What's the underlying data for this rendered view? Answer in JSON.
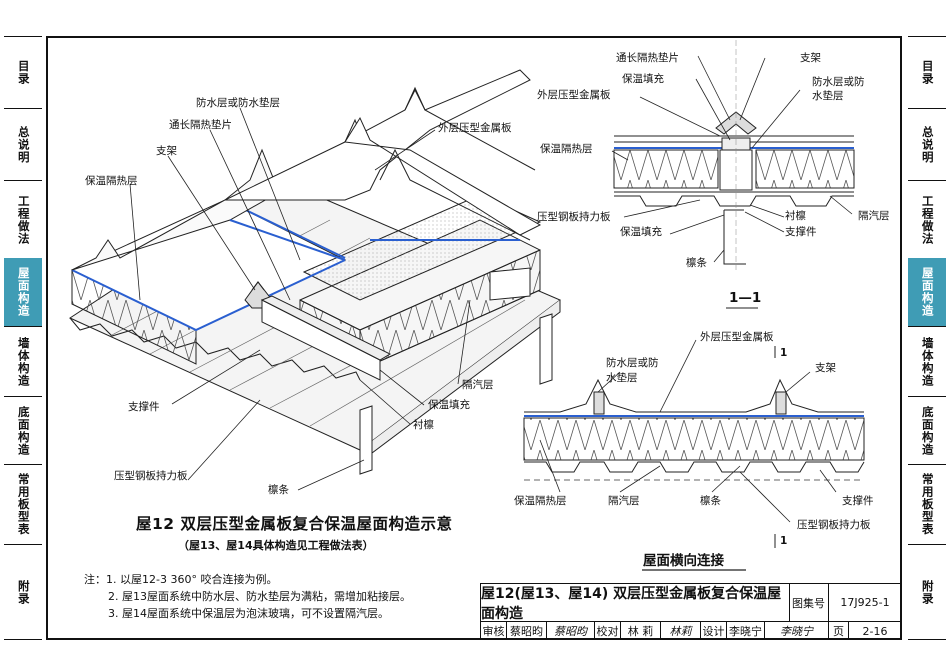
{
  "left_tabs": [
    "目录",
    "总说明",
    "工程做法",
    "屋面构造",
    "墙体构造",
    "底面构造",
    "常用板型表",
    "附录"
  ],
  "right_tabs": [
    "目录",
    "总说明",
    "工程做法",
    "屋面构造",
    "墙体构造",
    "底面构造",
    "常用板型表",
    "附录"
  ],
  "active_tab": "屋面构造",
  "colors": {
    "accent": "#3f9cb5",
    "membrane": "#2a5fd0"
  },
  "iso": {
    "labels": {
      "waterproof": "防水层或防水垫层",
      "gasket": "通长隔热垫片",
      "outer_panel": "外层压型金属板",
      "bracket": "支架",
      "insulation": "保温隔热层",
      "vapor": "隔汽层",
      "fill": "保温填充",
      "purlin_liner": "衬檩",
      "strut": "支撑件",
      "deck": "压型钢板持力板",
      "purlin": "檩条"
    },
    "title": "屋12  双层压型金属板复合保温屋面构造示意",
    "subtitle": "（屋13、屋14具体构造见工程做法表）"
  },
  "section11": {
    "labels": {
      "gasket": "通长隔热垫片",
      "bracket": "支架",
      "fill_top": "保温填充",
      "waterproof": "防水层或防",
      "waterproof2": "水垫层",
      "outer_panel": "外层压型金属板",
      "insulation": "保温隔热层",
      "deck": "压型钢板持力板",
      "purlin_liner": "衬檩",
      "vapor": "隔汽层",
      "fill_bottom": "保温填充",
      "strut": "支撑件",
      "purlin": "檩条"
    },
    "title": "1—1"
  },
  "transverse": {
    "labels": {
      "outer_panel": "外层压型金属板",
      "waterproof": "防水层或防",
      "waterproof2": "水垫层",
      "bracket": "支架",
      "insulation": "保温隔热层",
      "vapor": "隔汽层",
      "purlin": "檩条",
      "strut": "支撑件",
      "deck": "压型钢板持力板",
      "cut_mark": "1"
    },
    "title": "屋面横向连接"
  },
  "notes": [
    "注：1. 以屋12-3  360°  咬合连接为例。",
    "2. 屋13屋面系统中防水层、防水垫层为满粘，需增加粘接层。",
    "3. 屋14屋面系统中保温层为泡沫玻璃，可不设置隔汽层。"
  ],
  "title_block": {
    "title": "屋12(屋13、屋14)  双层压型金属板复合保温屋面构造",
    "atlas_label": "图集号",
    "atlas_no": "17J925-1",
    "review_label": "审核",
    "reviewer": "蔡昭昀",
    "reviewer_sig": "蔡昭昀",
    "check_label": "校对",
    "checker": "林  莉",
    "checker_sig": "林莉",
    "design_label": "设计",
    "designer": "李晓宁",
    "designer_sig": "李晓宁",
    "page_label": "页",
    "page_no": "2-16"
  }
}
